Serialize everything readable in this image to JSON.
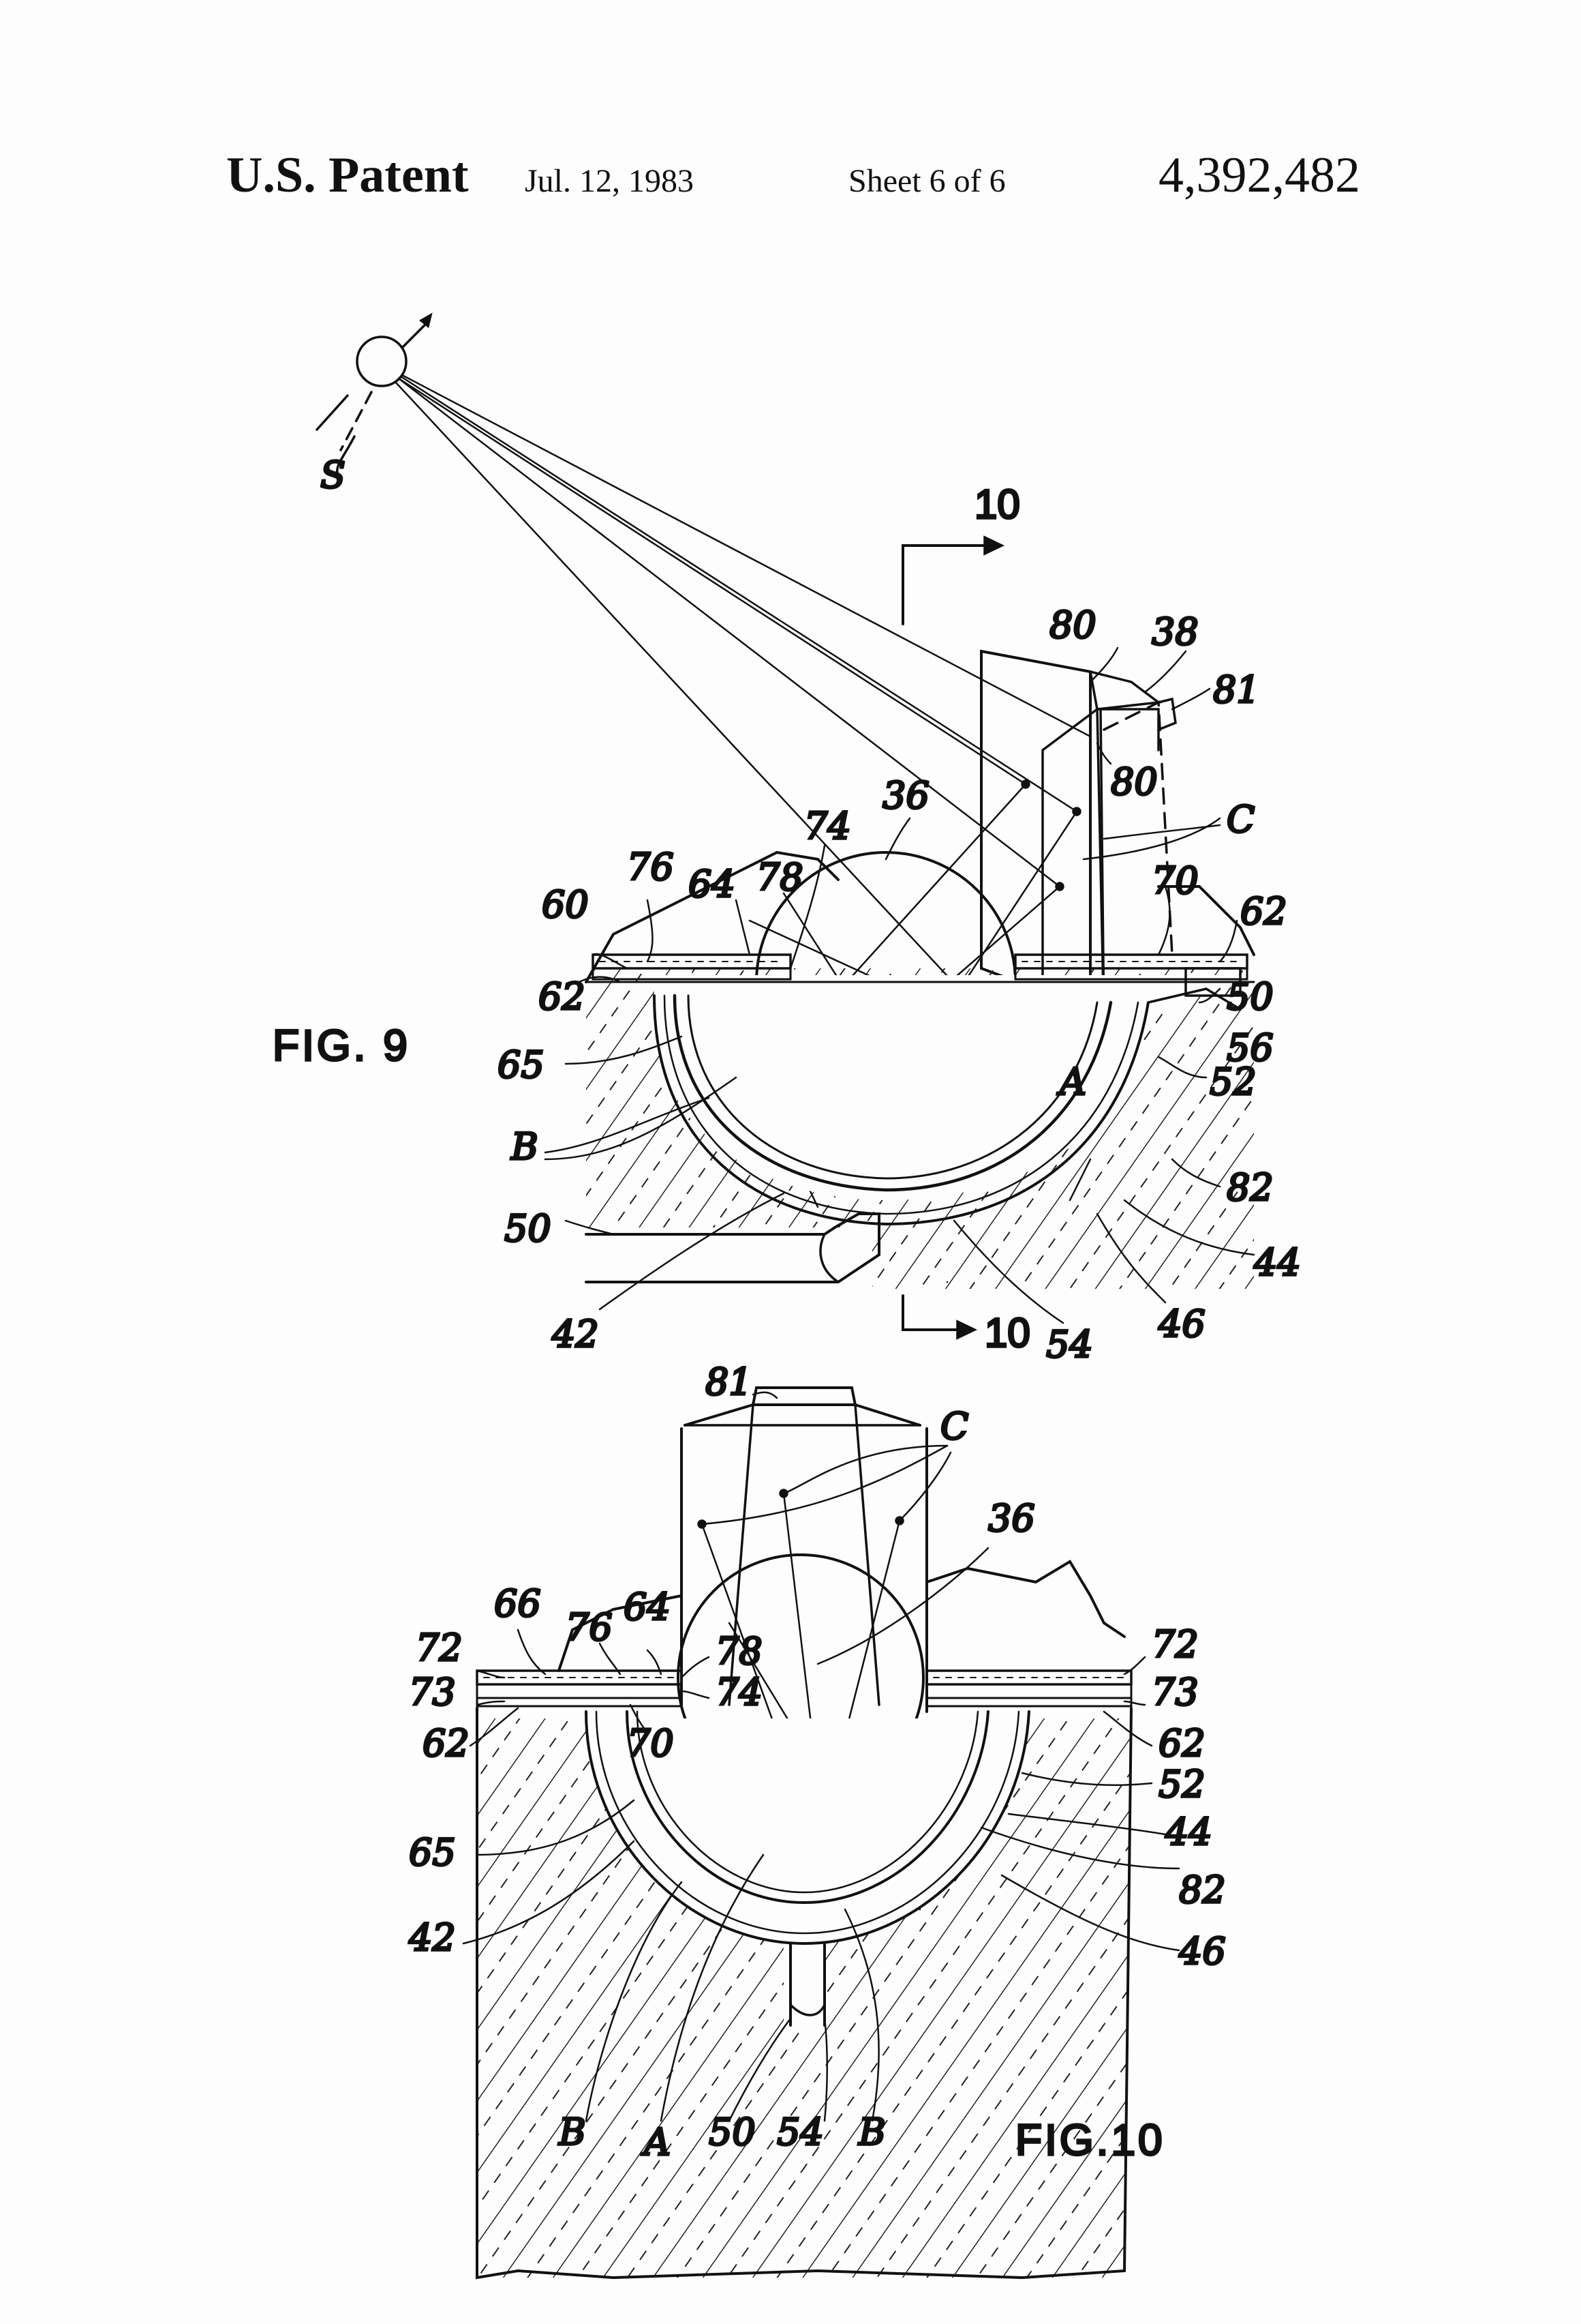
{
  "header": {
    "patent_label": "U.S. Patent",
    "date": "Jul. 12, 1983",
    "sheet": "Sheet 6 of 6",
    "patent_number": "4,392,482"
  },
  "figures": {
    "fig9": {
      "label": "FIG. 9",
      "section_marker": "10",
      "refs": {
        "s": "S",
        "r10b": "10",
        "r80a": "80",
        "r38": "38",
        "r81": "81",
        "r80b": "80",
        "r36": "36",
        "r74": "74",
        "r78": "78",
        "r76": "76",
        "r60": "60",
        "r64": "64",
        "r70": "70",
        "r62a": "62",
        "r62b": "62",
        "r50a": "50",
        "r56": "56",
        "r65": "65",
        "rA": "A",
        "r52": "52",
        "rB": "B",
        "r82": "82",
        "r50b": "50",
        "r44": "44",
        "r42": "42",
        "r54": "54",
        "r46": "46",
        "rC": "C"
      }
    },
    "fig10": {
      "label": "FIG.10",
      "refs": {
        "r81": "81",
        "rC": "C",
        "r36": "36",
        "r66": "66",
        "r76": "76",
        "r64": "64",
        "r72a": "72",
        "r72b": "72",
        "r78": "78",
        "r73a": "73",
        "r73b": "73",
        "r74": "74",
        "r62a": "62",
        "r62b": "62",
        "r70": "70",
        "r52": "52",
        "r65": "65",
        "r44": "44",
        "r82": "82",
        "r42": "42",
        "r46": "46",
        "rB1": "B",
        "rA": "A",
        "r50": "50",
        "r54": "54",
        "rB2": "B"
      }
    }
  }
}
